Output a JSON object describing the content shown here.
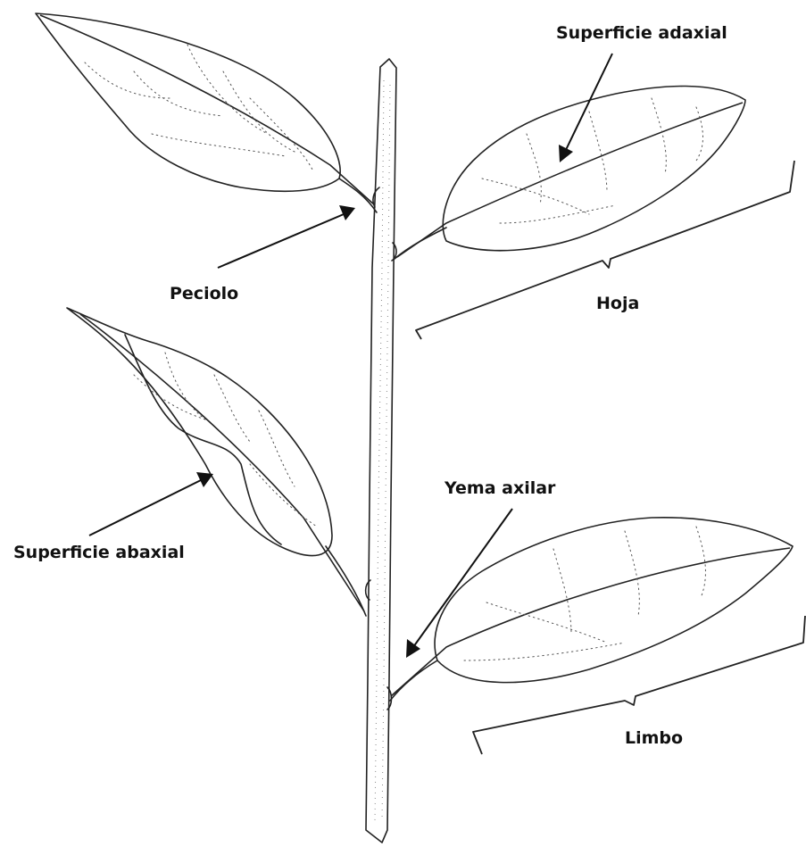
{
  "labels": {
    "upper_surface": "Superficie adaxial",
    "petiole": "Peciolo",
    "leaf": "Hoja",
    "lower_surface": "Superficie abaxial",
    "axillary_bud": "Yema axilar",
    "blade": "Limbo"
  }
}
